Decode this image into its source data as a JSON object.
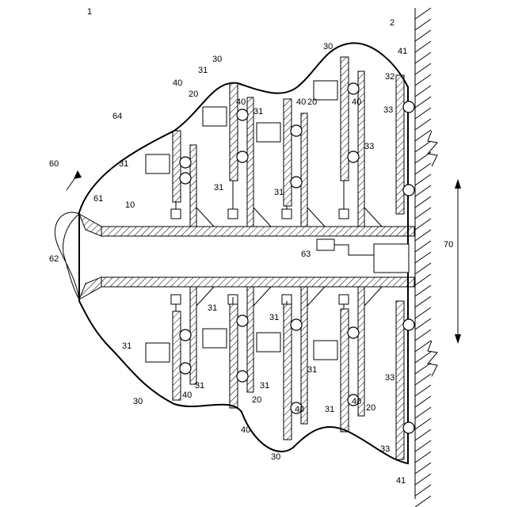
{
  "figure": {
    "labels": {
      "l1": "1",
      "l2": "2",
      "l10": "10",
      "l20": "20",
      "l30": "30",
      "l31": "31",
      "l32": "32",
      "l33": "33",
      "l40": "40",
      "l41": "41",
      "l60": "60",
      "l61": "61",
      "l62": "62",
      "l63": "63",
      "l64": "64",
      "l70": "70"
    }
  }
}
